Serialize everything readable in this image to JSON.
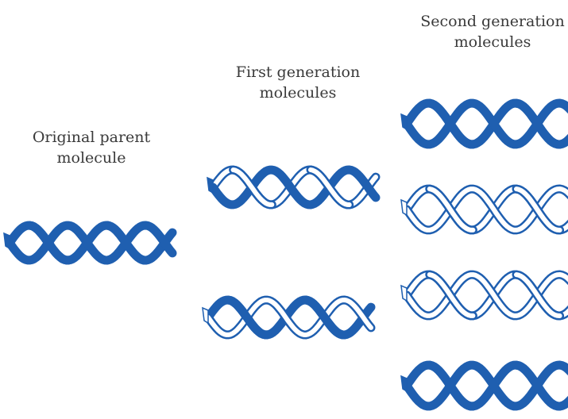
{
  "labels": {
    "parent": {
      "line1": "Original parent",
      "line2": "molecule"
    },
    "first": {
      "line1": "First generation",
      "line2": "molecules"
    },
    "second": {
      "line1": "Second generation",
      "line2": "molecules"
    }
  },
  "colors": {
    "parent_strand": "#1f5fb0",
    "new_strand_outline": "#1f5fb0",
    "new_strand_fill": "#ffffff"
  },
  "molecules": [
    {
      "id": "parent",
      "strand_a": "parent",
      "strand_b": "parent"
    },
    {
      "id": "first-1",
      "strand_a": "parent",
      "strand_b": "new"
    },
    {
      "id": "first-2",
      "strand_a": "new",
      "strand_b": "parent"
    },
    {
      "id": "second-1",
      "strand_a": "parent",
      "strand_b": "parent"
    },
    {
      "id": "second-2",
      "strand_a": "new",
      "strand_b": "new"
    },
    {
      "id": "second-3",
      "strand_a": "new",
      "strand_b": "new"
    },
    {
      "id": "second-4",
      "strand_a": "parent",
      "strand_b": "parent"
    }
  ]
}
